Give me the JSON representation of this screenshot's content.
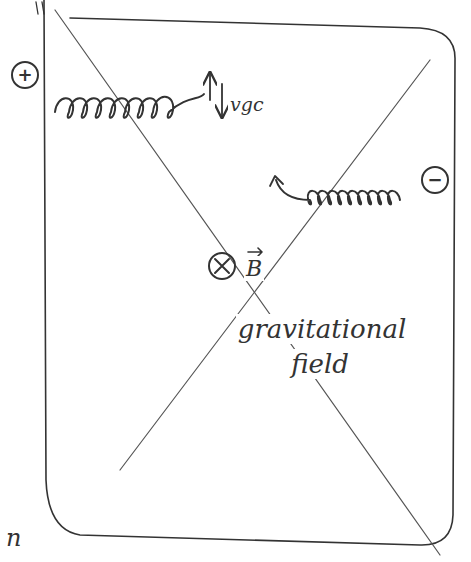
{
  "diagram": {
    "nodes": [
      {
        "text": [
          "+"
        ]
      },
      {
        "text": [
          "−"
        ]
      }
    ],
    "labels": [
      "vgc",
      "B",
      "gravitational field",
      "n"
    ]
  }
}
